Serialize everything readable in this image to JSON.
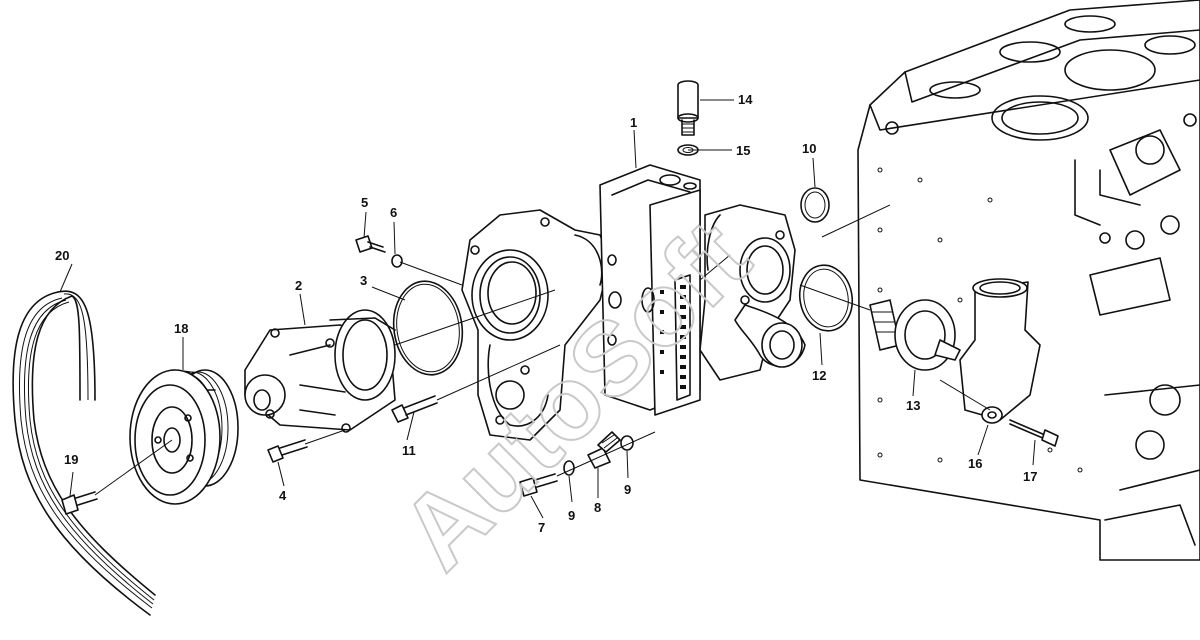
{
  "watermark": "AutoSoft",
  "labels": {
    "p1": "1",
    "p2": "2",
    "p3": "3",
    "p4": "4",
    "p5": "5",
    "p6": "6",
    "p7": "7",
    "p8": "8",
    "p9a": "9",
    "p9b": "9",
    "p10": "10",
    "p11": "11",
    "p12": "12",
    "p13": "13",
    "p14": "14",
    "p15": "15",
    "p16": "16",
    "p17": "17",
    "p18": "18",
    "p19": "19",
    "p20": "20"
  }
}
